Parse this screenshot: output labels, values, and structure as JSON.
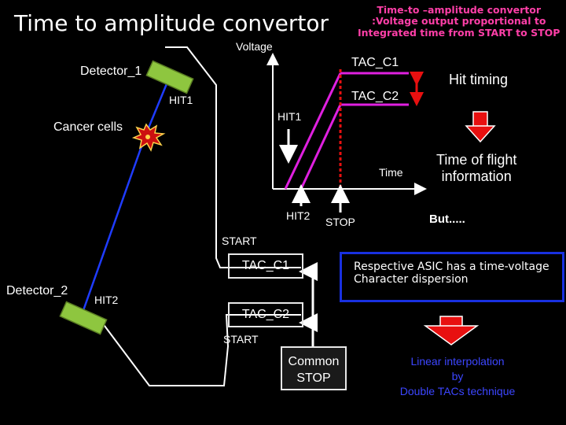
{
  "title": "Time to amplitude convertor",
  "explanation": "Time-to –amplitude convertor\n:Voltage output proportional to\nIntegrated time from START to STOP",
  "labels": {
    "detector_1": "Detector_1",
    "detector_2": "Detector_2",
    "cancer_cells": "Cancer cells",
    "hit1_beam": "HIT1",
    "hit2_beam": "HIT2",
    "voltage_axis": "Voltage",
    "time_axis": "Time",
    "tac_c1_top": "TAC_C1",
    "tac_c2_top": "TAC_C2",
    "hit1_graph": "HIT1",
    "hit2_graph": "HIT2",
    "stop_graph": "STOP",
    "start_top": "START",
    "start_bottom": "START",
    "tac_c1_box": "TAC_C1",
    "tac_c2_box": "TAC_C2",
    "common_stop": "Common\nSTOP",
    "hit_timing": "Hit timing",
    "time_of_flight": "Time of flight\ninformation",
    "but": "But.....",
    "asic_dispersion": "Respective ASIC has a time-voltage\nCharacter dispersion",
    "linear_interp": "Linear interpolation\nby\nDouble TACs technique"
  },
  "colors": {
    "background": "#000000",
    "pink_text": "#ff3fa8",
    "beam_blue": "#1f3cff",
    "magenta_ramp": "#e020e0",
    "detector_green": "#8ec63f",
    "arrow_red": "#e81010",
    "interp_text": "#3c46ff"
  }
}
